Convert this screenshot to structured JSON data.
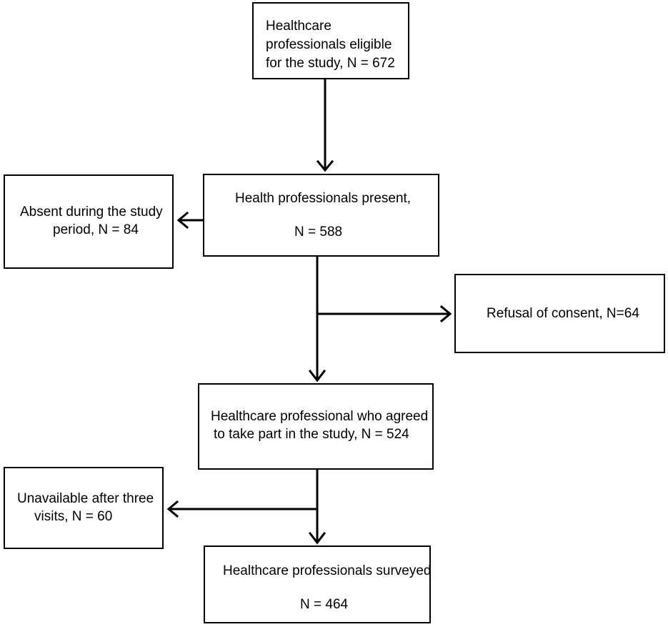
{
  "flowchart": {
    "eligible": {
      "lines": [
        "Healthcare",
        "professionals  eligible",
        "for the study, N = 672"
      ]
    },
    "present": {
      "lines": [
        "Health professionals present,",
        "N = 588"
      ]
    },
    "absent": {
      "lines": [
        "Absent during the study",
        "period, N = 84"
      ]
    },
    "refusal": {
      "lines": [
        "Refusal of consent, N=64"
      ]
    },
    "agreed": {
      "lines": [
        "Healthcare professional who agreed",
        "to take part in the study, N = 524"
      ]
    },
    "unavailable": {
      "lines": [
        "Unavailable after three",
        "visits, N = 60"
      ]
    },
    "surveyed": {
      "lines": [
        "Healthcare professionals surveyed",
        "N = 464"
      ]
    }
  },
  "colors": {
    "stroke": "#000000",
    "background": "#ffffff"
  }
}
